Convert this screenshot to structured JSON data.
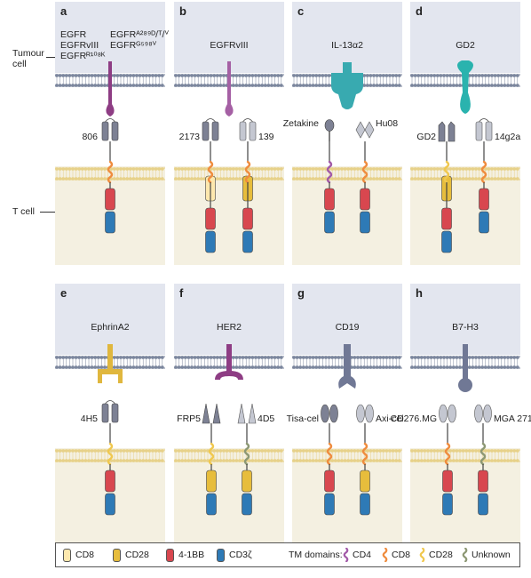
{
  "side_labels": {
    "tumour": "Tumour\ncell",
    "tcell": "T cell"
  },
  "colors": {
    "tumour_bg": "#e3e6ef",
    "tcell_bg": "#f4f0e1",
    "membrane_tumour": "#7b869d",
    "membrane_tcell": "#e7d189",
    "cd8_hinge": "#fde8ae",
    "cd28": "#e7bd3c",
    "bb41": "#d8474f",
    "cd3z": "#2e7ab6",
    "tm_cd4": "#a25aa8",
    "tm_cd8": "#ef8c3e",
    "tm_cd28": "#f0c84f",
    "tm_unknown": "#8d9874",
    "scfv_dark": "#7d8194",
    "scfv_light": "#c4c7d1"
  },
  "panels": [
    {
      "letter": "a",
      "antigen_labels": [
        "EGFR",
        "EGFRvIII",
        "EGFRᴿ¹⁰⁸ᴷ"
      ],
      "antigen_labels_right": [
        "EGFRᴬ²⁸⁹ᴰ/ᵀ/ⱽ",
        "EGFRᴳ⁵⁹⁸ⱽ"
      ],
      "antigen_shape": "stalk",
      "antigen_color": "#8e3d84",
      "car_labels": [
        "806"
      ]
    },
    {
      "letter": "b",
      "antigen_labels": [
        "EGFRvIII"
      ],
      "antigen_shape": "stalk",
      "antigen_color": "#a560a4",
      "car_labels": [
        "2173",
        "139"
      ]
    },
    {
      "letter": "c",
      "antigen_labels": [
        "IL-13α2"
      ],
      "antigen_shape": "il13",
      "antigen_color": "#38aab0",
      "car_labels": [
        "Zetakine",
        "Hu08"
      ]
    },
    {
      "letter": "d",
      "antigen_labels": [
        "GD2"
      ],
      "antigen_shape": "gd2",
      "antigen_color": "#2ab3ae",
      "car_labels": [
        "GD2",
        "14g2a"
      ]
    },
    {
      "letter": "e",
      "antigen_labels": [
        "EphrinA2"
      ],
      "antigen_shape": "ephrin",
      "antigen_color": "#e0b73e",
      "car_labels": [
        "4H5"
      ]
    },
    {
      "letter": "f",
      "antigen_labels": [
        "HER2"
      ],
      "antigen_shape": "her2",
      "antigen_color": "#8e3d84",
      "car_labels": [
        "FRP5",
        "4D5"
      ]
    },
    {
      "letter": "g",
      "antigen_labels": [
        "CD19"
      ],
      "antigen_shape": "cd19",
      "antigen_color": "#707895",
      "car_labels": [
        "Tisa-cel",
        "Axi-cel"
      ]
    },
    {
      "letter": "h",
      "antigen_labels": [
        "B7-H3"
      ],
      "antigen_shape": "b7h3",
      "antigen_color": "#707895",
      "car_labels": [
        "CD276.MG",
        "MGA 271"
      ]
    }
  ],
  "legend": {
    "domains": [
      {
        "label": "CD8",
        "color": "#fde8ae"
      },
      {
        "label": "CD28",
        "color": "#e7bd3c"
      },
      {
        "label": "4-1BB",
        "color": "#d8474f"
      },
      {
        "label": "CD3ζ",
        "color": "#2e7ab6"
      }
    ],
    "tm_title": "TM domains:",
    "tm": [
      {
        "label": "CD4",
        "color": "#a25aa8"
      },
      {
        "label": "CD8",
        "color": "#ef8c3e"
      },
      {
        "label": "CD28",
        "color": "#f0c84f"
      },
      {
        "label": "Unknown",
        "color": "#8d9874"
      }
    ]
  }
}
